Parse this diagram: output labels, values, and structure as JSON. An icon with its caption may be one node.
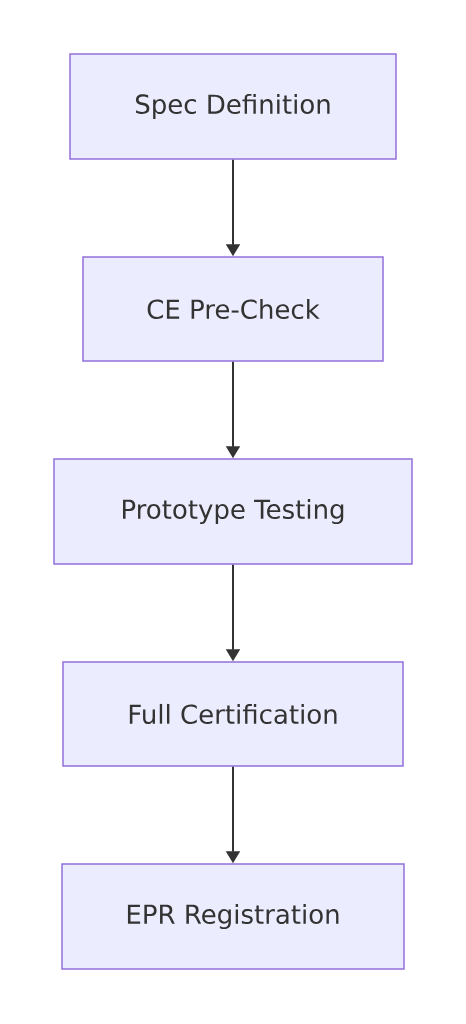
{
  "diagram": {
    "nodes": [
      {
        "text": [
          "Spec Definition"
        ]
      },
      {
        "text": [
          "CE Pre-Check"
        ]
      },
      {
        "text": [
          "Prototype Testing"
        ]
      },
      {
        "text": [
          "Full Certification"
        ]
      },
      {
        "text": [
          "EPR Registration"
        ]
      }
    ],
    "edges": [
      {
        "from": 0,
        "to": 1,
        "arrow": "to"
      },
      {
        "from": 1,
        "to": 2,
        "arrow": "to"
      },
      {
        "from": 2,
        "to": 3,
        "arrow": "to"
      },
      {
        "from": 3,
        "to": 4,
        "arrow": "to"
      }
    ]
  }
}
